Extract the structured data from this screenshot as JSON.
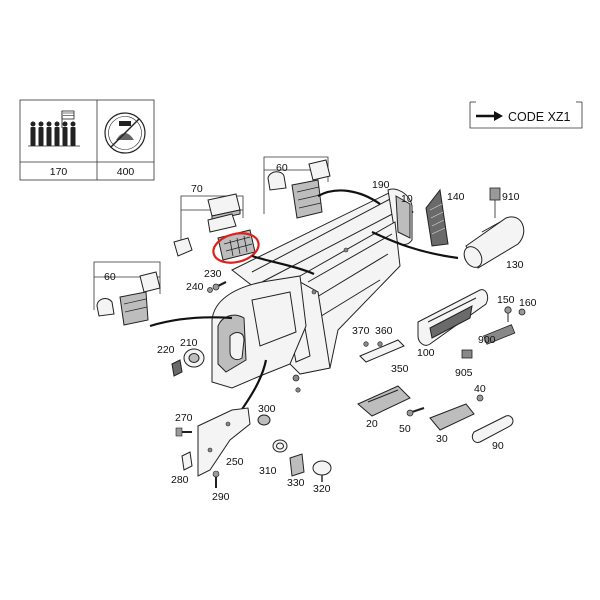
{
  "code_box": {
    "arrow": "➜",
    "text": "CODE XZ1"
  },
  "legend": {
    "left_label": "170",
    "right_label": "400"
  },
  "labels": {
    "p10": "10",
    "p20": "20",
    "p30": "30",
    "p40": "40",
    "p50": "50",
    "p60a": "60",
    "p60b": "60",
    "p70": "70",
    "p90": "90",
    "p100": "100",
    "p130": "130",
    "p140": "140",
    "p150": "150",
    "p160": "160",
    "p190": "190",
    "p210": "210",
    "p220": "220",
    "p230": "230",
    "p240": "240",
    "p250": "250",
    "p270": "270",
    "p280": "280",
    "p290": "290",
    "p300": "300",
    "p310": "310",
    "p320": "320",
    "p330": "330",
    "p350": "350",
    "p360": "360",
    "p370": "370",
    "p900": "900",
    "p905": "905",
    "p910": "910"
  },
  "highlight": {
    "color": "#e0201b",
    "target": "70"
  }
}
